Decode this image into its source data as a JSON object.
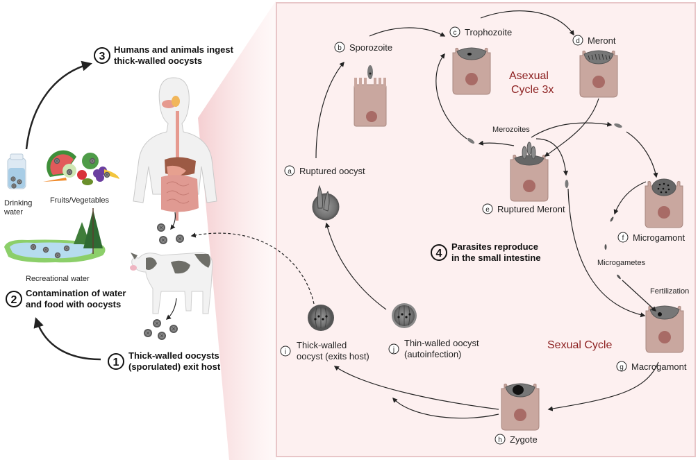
{
  "colors": {
    "panel_bg": "#fdf0f0",
    "panel_border": "#e8c6c8",
    "cell_fill": "#c9a79f",
    "cell_stroke": "#a8877f",
    "nucleus": "#a86b66",
    "parasite": "#7a7a7a",
    "cycle_text": "#8b1e1e",
    "arrow": "#222222"
  },
  "left_panel": {
    "steps": [
      {
        "number": "1",
        "line1": "Thick-walled oocysts",
        "line2": "(sporulated) exit host"
      },
      {
        "number": "2",
        "line1": "Contamination of water",
        "line2": "and food with oocysts"
      },
      {
        "number": "3",
        "line1": "Humans and animals ingest",
        "line2": "thick-walled oocysts"
      }
    ],
    "sources": {
      "drinking_water_line1": "Drinking",
      "drinking_water_line2": "water",
      "fruits": "Fruits/Vegetables",
      "recreational": "Recreational water"
    }
  },
  "right_panel": {
    "step4": {
      "number": "4",
      "line1": "Parasites reproduce",
      "line2": "in the small intestine"
    },
    "asexual_cycle": {
      "line1": "Asexual",
      "line2": "Cycle 3x"
    },
    "sexual_cycle": "Sexual Cycle",
    "stages": [
      {
        "letter": "a",
        "label": "Ruptured oocyst"
      },
      {
        "letter": "b",
        "label": "Sporozoite"
      },
      {
        "letter": "c",
        "label": "Trophozoite"
      },
      {
        "letter": "d",
        "label": "Meront"
      },
      {
        "letter": "e",
        "label": "Ruptured Meront"
      },
      {
        "letter": "f",
        "label": "Microgamont"
      },
      {
        "letter": "g",
        "label": "Macrogamont"
      },
      {
        "letter": "h",
        "label": "Zygote"
      },
      {
        "letter": "i",
        "label_line1": "Thick-walled",
        "label_line2": "oocyst (exits host)"
      },
      {
        "letter": "j",
        "label_line1": "Thin-walled oocyst",
        "label_line2": "(autoinfection)"
      }
    ],
    "annotations": {
      "merozoites": "Merozoites",
      "microgametes": "Microgametes",
      "fertilization": "Fertilization"
    }
  }
}
